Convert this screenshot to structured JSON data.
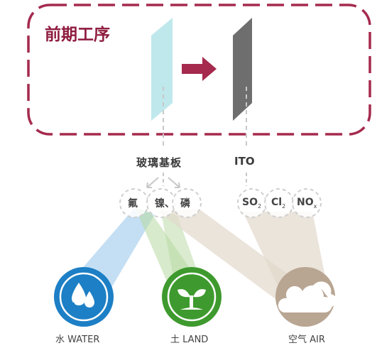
{
  "stage_label": "前期工序",
  "substrate_label": "玻璃基板",
  "ito_label": "ITO",
  "substrate_pollutants": [
    "氟",
    "镍、",
    "磷"
  ],
  "ito_pollutants": {
    "so2": {
      "main": "SO",
      "sub": "2"
    },
    "cl2": {
      "main": "Cl",
      "sub": "2"
    },
    "nox": {
      "main": "NO",
      "sub": "x"
    }
  },
  "categories": [
    {
      "label": "水  WATER",
      "icon": "water-drops-icon",
      "color": "#1d7fc5"
    },
    {
      "label": "土 LAND",
      "icon": "sprout-icon",
      "color": "#3e9a2e"
    },
    {
      "label": "空气 AIR",
      "icon": "cloud-icon",
      "color": "#b8a592"
    }
  ],
  "colors": {
    "frame": "#a52a4e",
    "arrow": "#a52a4e",
    "glass": "#bfe8ec",
    "ito": "#6e6e6e"
  }
}
